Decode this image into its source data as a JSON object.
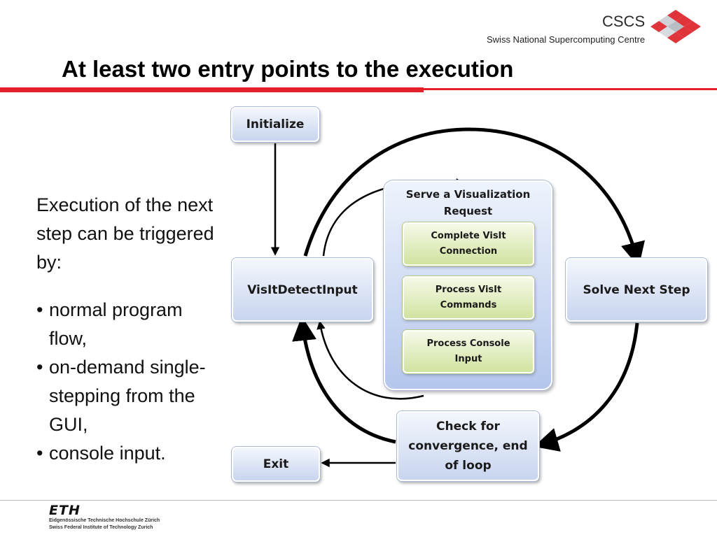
{
  "header": {
    "org_short": "CSCS",
    "org_full": "Swiss National Supercomputing Centre",
    "slide_title": "At least two entry points to the execution"
  },
  "left_text": {
    "intro": "Execution of the next step can be triggered by:",
    "bullets": [
      "normal program flow,",
      "on-demand single-stepping from the GUI,",
      "console input."
    ]
  },
  "diagram": {
    "initialize": "Initialize",
    "visit_detect": "VisItDetectInput",
    "solve": "Solve Next Step",
    "check": "Check for\nconvergence, end\nof loop",
    "exit": "Exit",
    "serve": {
      "title": "Serve a Visualization\nRequest",
      "items": [
        "Complete VisIt\nConnection",
        "Process VisIt\nCommands",
        "Process Console\nInput"
      ]
    }
  },
  "footer": {
    "logo": "ETH",
    "line1": "Eidgenössische Technische Hochschule Zürich",
    "line2": "Swiss Federal Institute of Technology Zurich"
  },
  "colors": {
    "accent_red": "#e4202a",
    "box_blue": "#c8d5ef",
    "box_green": "#d1e3a0"
  }
}
